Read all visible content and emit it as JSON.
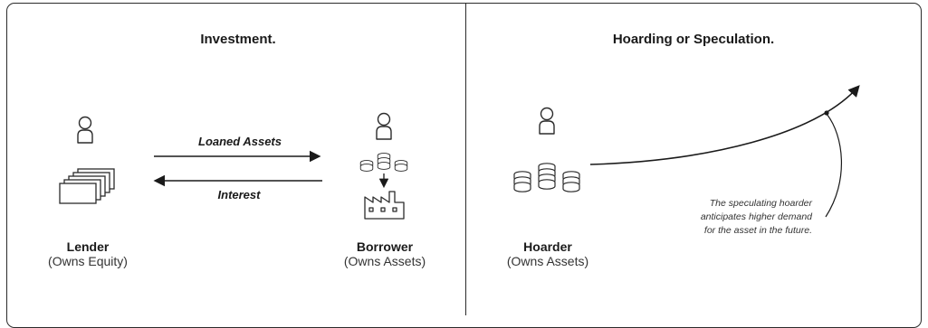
{
  "investment": {
    "title": "Investment.",
    "loaned_label": "Loaned Assets",
    "interest_label": "Interest",
    "lender": {
      "name": "Lender",
      "sub": "(Owns Equity)"
    },
    "borrower": {
      "name": "Borrower",
      "sub": "(Owns Assets)"
    }
  },
  "hoarding": {
    "title": "Hoarding or Speculation.",
    "hoarder": {
      "name": "Hoarder",
      "sub": "(Owns Assets)"
    },
    "note_lines": [
      "The speculating hoarder",
      "anticipates higher demand",
      "for the asset in the future."
    ]
  },
  "icons": {
    "person": "person-icon",
    "documents": "documents-stack-icon",
    "coins": "coin-stacks-icon",
    "factory": "factory-icon"
  }
}
